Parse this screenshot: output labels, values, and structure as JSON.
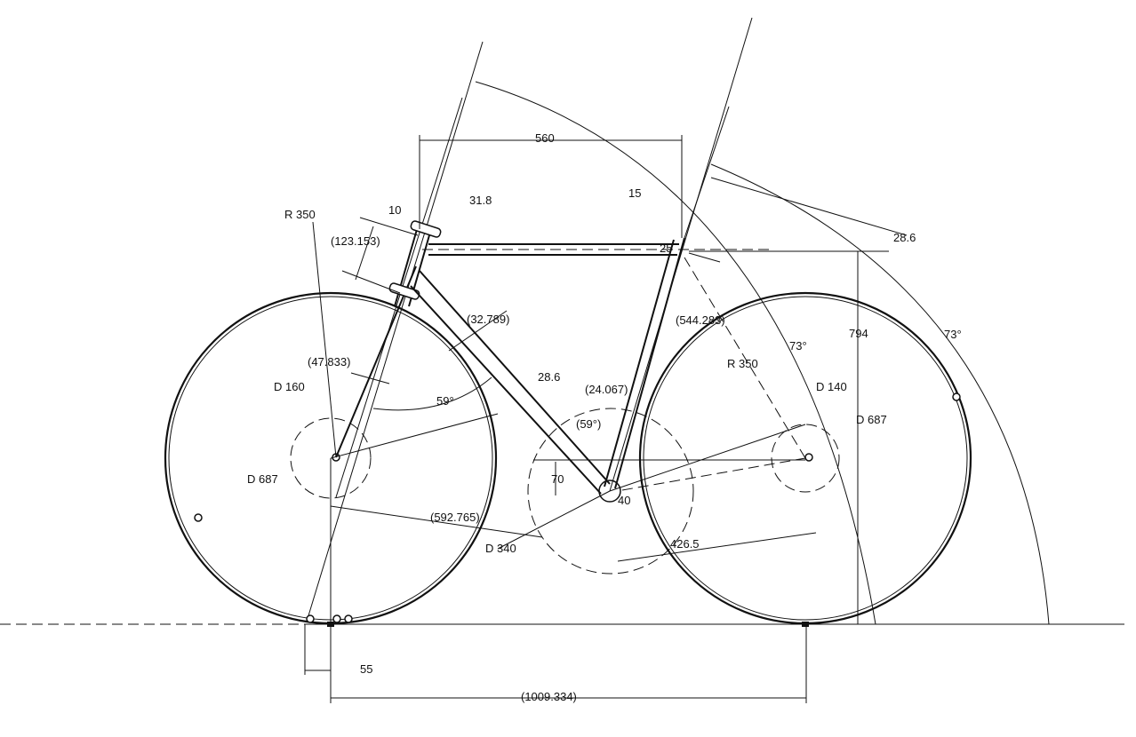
{
  "drawing": {
    "title": "Bicycle frame geometry drawing",
    "stroke_color": "#111111",
    "background": "#ffffff",
    "dimensions": {
      "top_tube_length": "560",
      "head_tube_diameter": "31.8",
      "head_offset": "10",
      "head_tube_length": "(123.153)",
      "fork_radius": "R 350",
      "top_tube_angle_offset": "15",
      "top_tube_diameter": "25",
      "seat_angle_line": "28.6",
      "down_tube_offset": "(32.789)",
      "seat_tube_length": "(544.283)",
      "fork_rake": "(47.833)",
      "front_hub_dia": "D 160",
      "head_angle": "59°",
      "down_tube_dia": "28.6",
      "seat_offset": "(24.067)",
      "seat_dt_angle": "(59°)",
      "front_wheel_dia": "D 687",
      "bb_drop": "70",
      "bb_dia": "40",
      "front_center": "(592.765)",
      "chainring_dia": "D 340",
      "chainstay": "426.5",
      "rear_fork_radius": "R 350",
      "rear_hub_dia": "D 140",
      "rear_wheel_dia": "D 687",
      "seat_angle": "73°",
      "seat_angle_outer": "73°",
      "stack": "794",
      "trail": "55",
      "wheelbase": "(1009.334)"
    }
  }
}
